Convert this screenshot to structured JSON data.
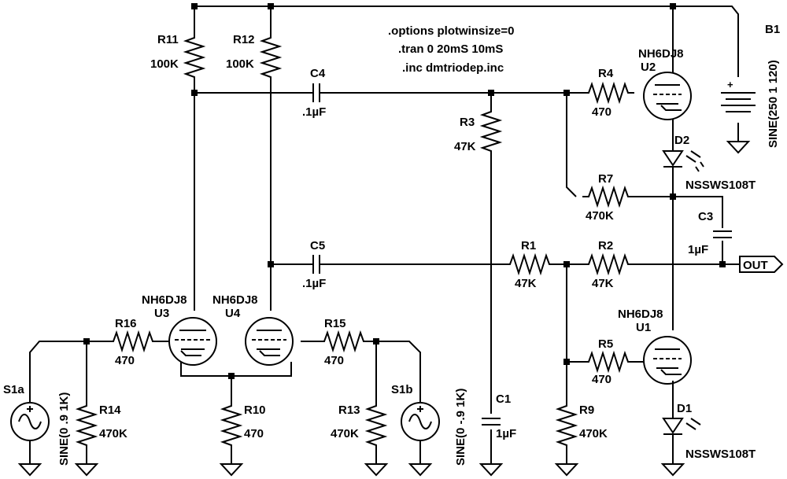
{
  "directives": [
    ".options plotwinsize=0",
    ".tran 0 20mS 10mS",
    ".inc dmtriodep.inc"
  ],
  "resistors": [
    {
      "ref": "R11",
      "value": "100K"
    },
    {
      "ref": "R12",
      "value": "100K"
    },
    {
      "ref": "R3",
      "value": "47K"
    },
    {
      "ref": "R4",
      "value": "470"
    },
    {
      "ref": "R7",
      "value": "470K"
    },
    {
      "ref": "R1",
      "value": "47K"
    },
    {
      "ref": "R2",
      "value": "47K"
    },
    {
      "ref": "R5",
      "value": "470"
    },
    {
      "ref": "R9",
      "value": "470K"
    },
    {
      "ref": "R16",
      "value": "470"
    },
    {
      "ref": "R15",
      "value": "470"
    },
    {
      "ref": "R14",
      "value": "470K"
    },
    {
      "ref": "R10",
      "value": "470"
    },
    {
      "ref": "R13",
      "value": "470K"
    }
  ],
  "capacitors": [
    {
      "ref": "C4",
      "value": ".1µF"
    },
    {
      "ref": "C5",
      "value": ".1µF"
    },
    {
      "ref": "C3",
      "value": "1µF"
    },
    {
      "ref": "C1",
      "value": "1µF"
    }
  ],
  "tubes": [
    {
      "ref": "U2",
      "model": "NH6DJ8"
    },
    {
      "ref": "U1",
      "model": "NH6DJ8"
    },
    {
      "ref": "U3",
      "model": "NH6DJ8"
    },
    {
      "ref": "U4",
      "model": "NH6DJ8"
    }
  ],
  "diodes": [
    {
      "ref": "D2",
      "model": "NSSWS108T"
    },
    {
      "ref": "D1",
      "model": "NSSWS108T"
    }
  ],
  "sources": [
    {
      "ref": "B1",
      "value": "SINE(250 1 120)"
    },
    {
      "ref": "S1a",
      "value": "SINE(0 .9 1K)"
    },
    {
      "ref": "S1b",
      "value": "SINE(0 -.9 1K)"
    }
  ],
  "port": {
    "label": "OUT"
  },
  "symbols": {
    "plus": "+"
  }
}
